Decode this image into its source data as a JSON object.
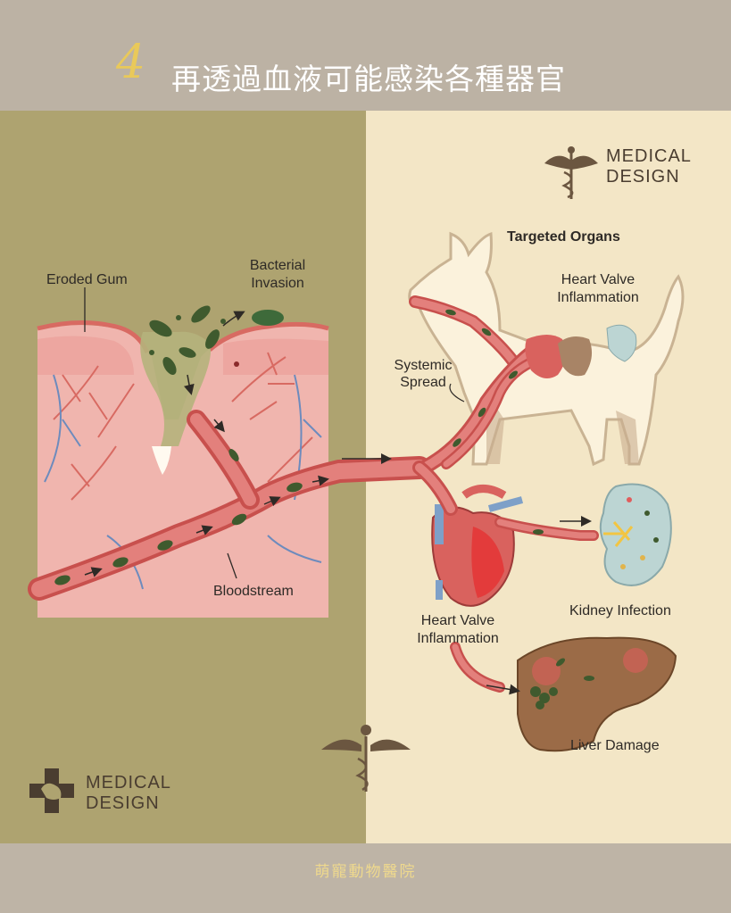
{
  "header": {
    "step_number": "4",
    "title": "再透過血液可能感染各種器官"
  },
  "brand": {
    "line1": "MEDICAL",
    "line2": "DESIGN"
  },
  "labels": {
    "eroded_gum": "Eroded Gum",
    "bacterial_invasion": [
      "Bacterial",
      "Invasion"
    ],
    "bloodstream": "Bloodstream",
    "targeted_organs": "Targeted Organs",
    "heart_valve_top": [
      "Heart Valve",
      "Inflammation"
    ],
    "systemic_spread": [
      "Systemic",
      "Spread"
    ],
    "heart_valve_bottom": [
      "Heart Valve",
      "Inflammation"
    ],
    "kidney_infection": "Kidney Infection",
    "liver_damage": "Liver Damage"
  },
  "footer": {
    "text": "萌寵動物醫院"
  },
  "colors": {
    "left_panel": "#aea370",
    "right_panel": "#f3e6c6",
    "accent_gold": "#e9c95a",
    "vessel": "#d9625e",
    "bacteria": "#3f5a2e"
  }
}
